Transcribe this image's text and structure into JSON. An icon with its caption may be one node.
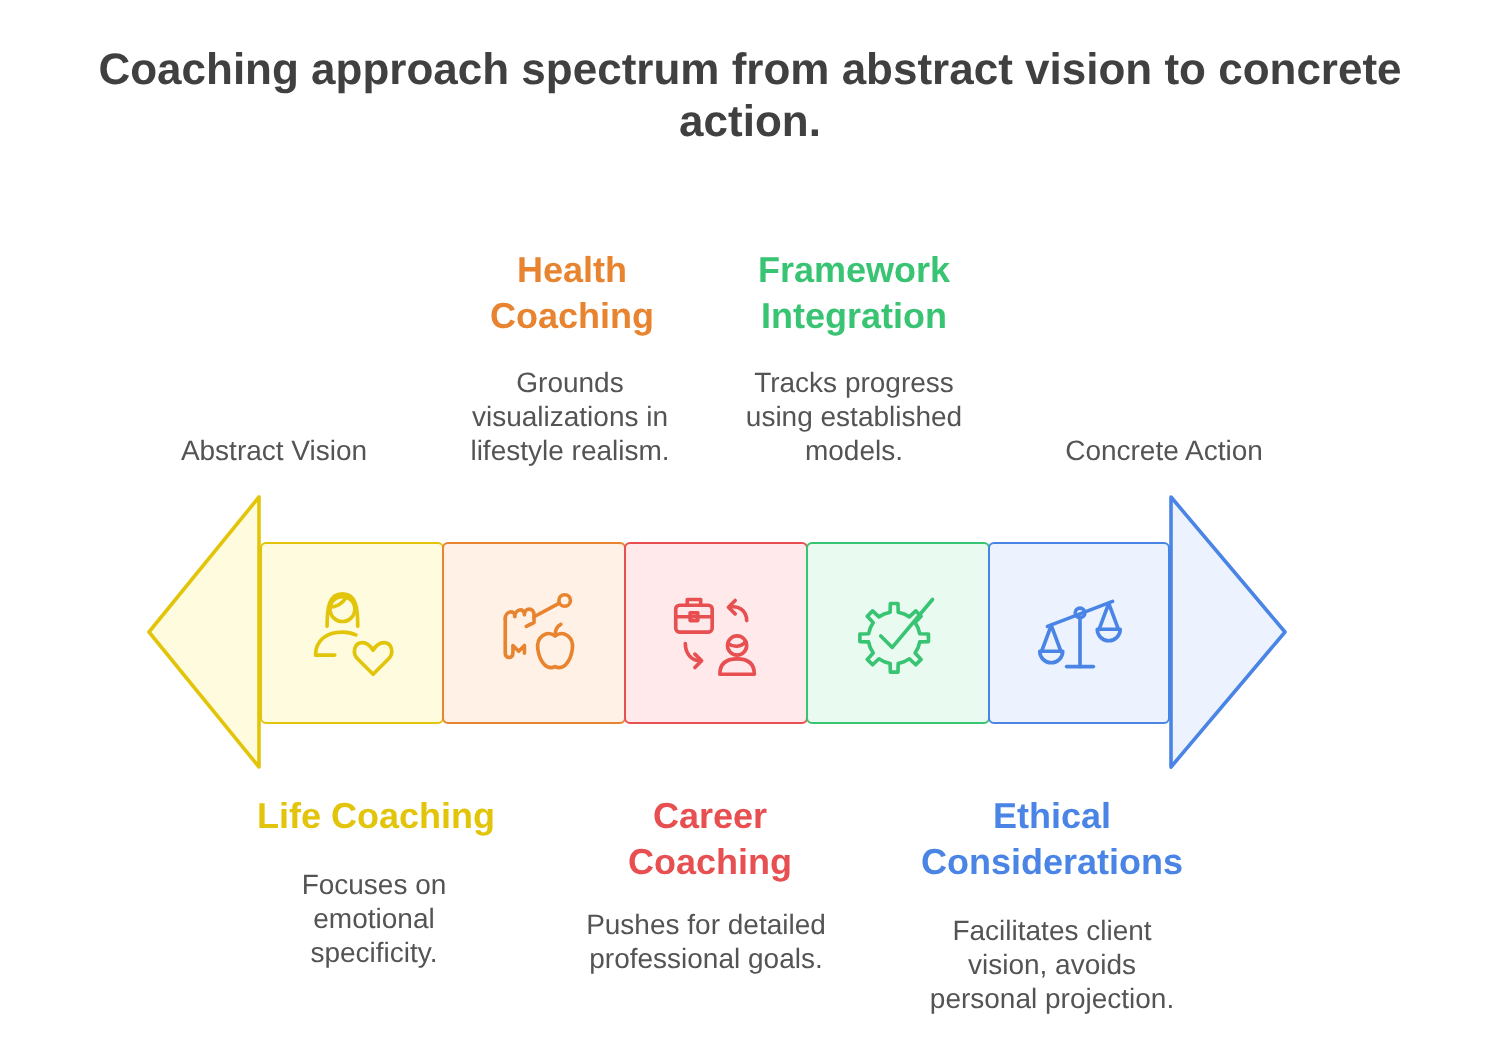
{
  "diagram": {
    "title": "Coaching approach spectrum from abstract vision to concrete action.",
    "nodes": [
      {
        "text": [
          "Abstract Vision"
        ]
      },
      {
        "text": [
          "Life Coaching",
          "Focuses on emotional specificity."
        ]
      },
      {
        "text": [
          "Health Coaching",
          "Grounds visualizations in lifestyle realism."
        ]
      },
      {
        "text": [
          "Career Coaching",
          "Pushes for detailed professional goals."
        ]
      },
      {
        "text": [
          "Framework Integration",
          "Tracks progress using established models."
        ]
      },
      {
        "text": [
          "Ethical Considerations",
          "Facilitates client vision, avoids personal projection."
        ]
      },
      {
        "text": [
          "Concrete Action"
        ]
      }
    ]
  }
}
